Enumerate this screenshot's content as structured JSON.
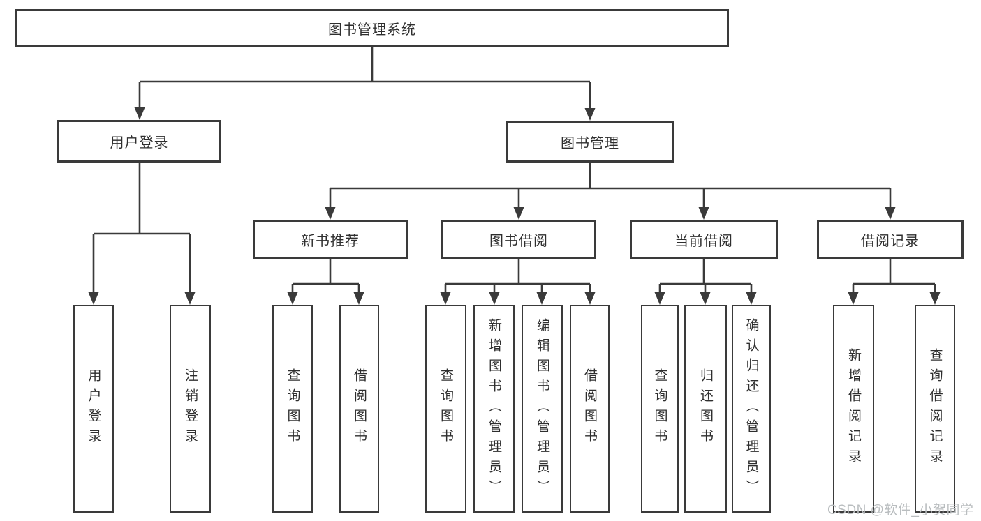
{
  "diagram": {
    "title": "图书管理系统",
    "root": {
      "label": "图书管理系统"
    },
    "level2": [
      {
        "label": "用户登录"
      },
      {
        "label": "图书管理"
      }
    ],
    "level3": [
      {
        "label": "新书推荐"
      },
      {
        "label": "图书借阅"
      },
      {
        "label": "当前借阅"
      },
      {
        "label": "借阅记录"
      }
    ],
    "leaves": {
      "user": [
        "用户登录",
        "注销登录"
      ],
      "newbook": [
        "查询图书",
        "借阅图书"
      ],
      "borrow": [
        "查询图书",
        "新增图书（管理员）",
        "编辑图书（管理员）",
        "借阅图书"
      ],
      "current": [
        "查询图书",
        "归还图书",
        "确认归还（管理员）"
      ],
      "record": [
        "新增借阅记录",
        "查询借阅记录"
      ]
    },
    "edges": [
      [
        "图书管理系统",
        "用户登录"
      ],
      [
        "图书管理系统",
        "图书管理"
      ],
      [
        "用户登录",
        "用户登录(叶)"
      ],
      [
        "用户登录",
        "注销登录"
      ],
      [
        "图书管理",
        "新书推荐"
      ],
      [
        "图书管理",
        "图书借阅"
      ],
      [
        "图书管理",
        "当前借阅"
      ],
      [
        "图书管理",
        "借阅记录"
      ],
      [
        "新书推荐",
        "查询图书"
      ],
      [
        "新书推荐",
        "借阅图书"
      ],
      [
        "图书借阅",
        "查询图书"
      ],
      [
        "图书借阅",
        "新增图书（管理员）"
      ],
      [
        "图书借阅",
        "编辑图书（管理员）"
      ],
      [
        "图书借阅",
        "借阅图书"
      ],
      [
        "当前借阅",
        "查询图书"
      ],
      [
        "当前借阅",
        "归还图书"
      ],
      [
        "当前借阅",
        "确认归还（管理员）"
      ],
      [
        "借阅记录",
        "新增借阅记录"
      ],
      [
        "借阅记录",
        "查询借阅记录"
      ]
    ]
  },
  "watermark": "CSDN @软件_小贺同学",
  "colors": {
    "line": "#3a3a3a",
    "box_border": "#3a3a3a",
    "text": "#2e2e2e",
    "background": "#ffffff",
    "watermark": "#b9bdbf"
  }
}
